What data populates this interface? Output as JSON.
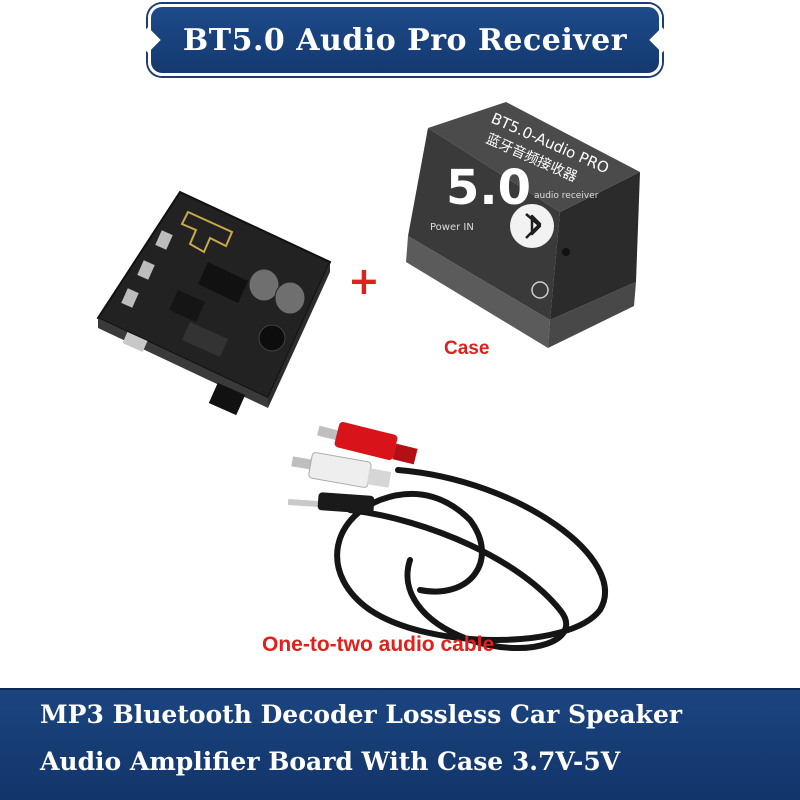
{
  "title": "BT5.0 Audio Pro Receiver",
  "plus_symbol": "+",
  "labels": {
    "case": "Case",
    "cable": "One-to-two audio cable"
  },
  "case_print": {
    "model": "BT5.0-Audio PRO",
    "chinese": "蓝牙音频接收器",
    "version": "5.0",
    "sub": "audio receiver",
    "power": "Power IN"
  },
  "caption": {
    "line1": "MP3 Bluetooth Decoder Lossless Car Speaker",
    "line2": "Audio Amplifier Board With Case 3.7V-5V"
  },
  "colors": {
    "banner_blue": "#1b447f",
    "label_red": "#e0201c",
    "board_black": "#1e1e1e",
    "plug_red": "#d8141a",
    "plug_white": "#eeeeee"
  }
}
